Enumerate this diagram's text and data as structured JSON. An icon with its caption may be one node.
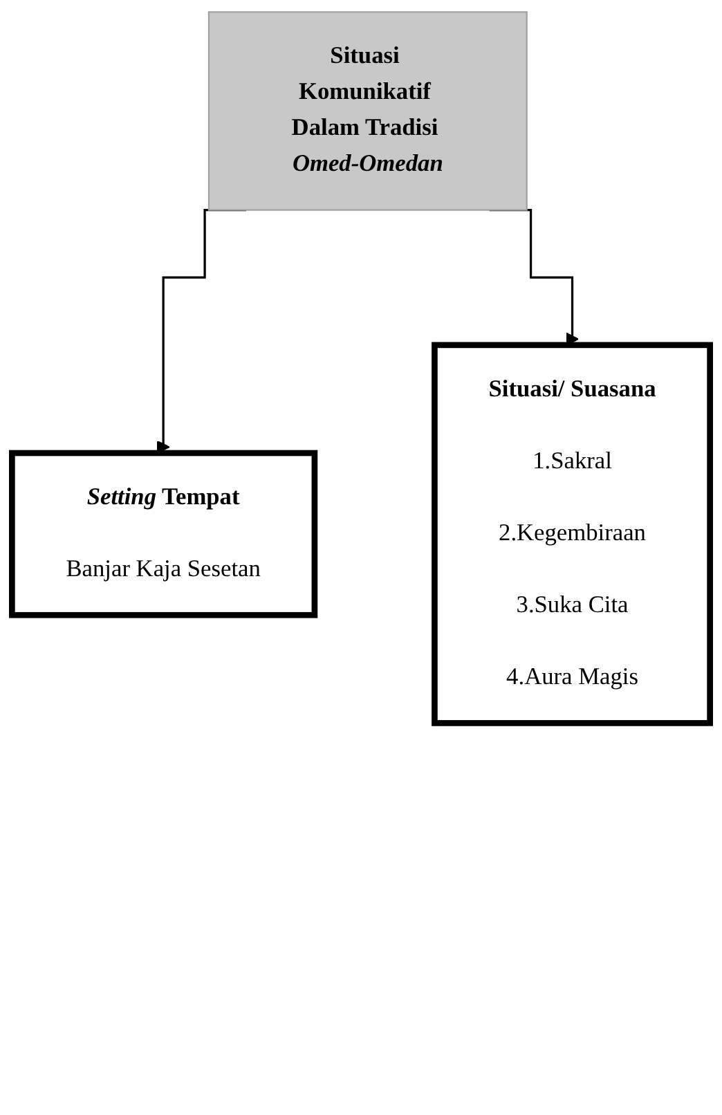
{
  "diagram": {
    "nodes": [
      {
        "text": [
          "Situasi Komunikatif Dalam Tradisi *Omed-Omedan*"
        ]
      },
      {
        "text": [
          "*Setting* Tempat",
          "Banjar Kaja Sesetan"
        ]
      },
      {
        "text": [
          "Situasi/ Suasana",
          "1.Sakral",
          "2.Kegembiraan",
          "3.Suka Cita",
          "4.Aura Magis"
        ]
      }
    ],
    "edges": [
      {
        "from": 0,
        "to": 1,
        "arrow": "to"
      },
      {
        "from": 0,
        "to": 2,
        "arrow": "to"
      }
    ]
  }
}
